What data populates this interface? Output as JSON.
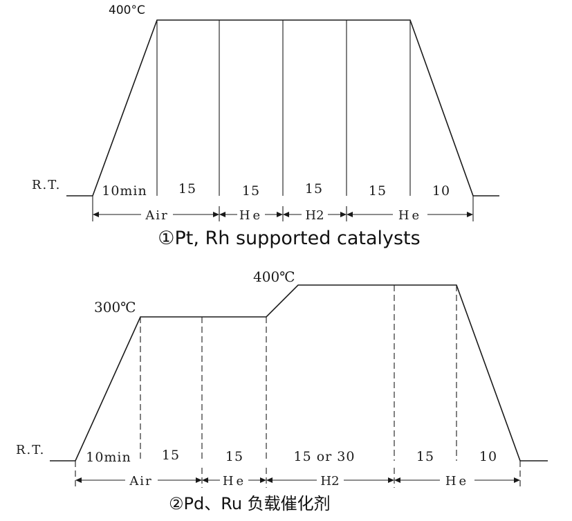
{
  "diagram1": {
    "peak_label": "400°C",
    "rt_label": "R.T.",
    "durations": [
      "10min",
      "15",
      "15",
      "15",
      "15",
      "10"
    ],
    "gases": [
      "Air",
      "He",
      "H2",
      "He"
    ],
    "caption": "①Pt, Rh supported catalysts"
  },
  "diagram2": {
    "peak_label": "400℃",
    "step_label": "300℃",
    "rt_label": "R.T.",
    "durations": [
      "10min",
      "15",
      "15",
      "15 or 30",
      "15",
      "10"
    ],
    "gases": [
      "Air",
      "He",
      "H2",
      "He"
    ],
    "caption": "②Pd、Ru 负载催化剂"
  }
}
